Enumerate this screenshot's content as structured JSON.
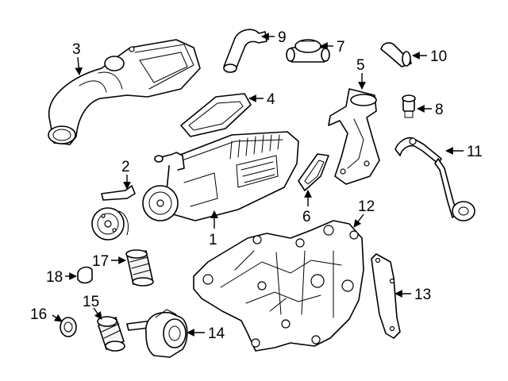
{
  "diagram": {
    "callouts": [
      {
        "id": "1",
        "text": "1"
      },
      {
        "id": "2",
        "text": "2"
      },
      {
        "id": "3",
        "text": "3"
      },
      {
        "id": "4",
        "text": "4"
      },
      {
        "id": "5",
        "text": "5"
      },
      {
        "id": "6",
        "text": "6"
      },
      {
        "id": "7",
        "text": "7"
      },
      {
        "id": "8",
        "text": "8"
      },
      {
        "id": "9",
        "text": "9"
      },
      {
        "id": "10",
        "text": "10"
      },
      {
        "id": "11",
        "text": "11"
      },
      {
        "id": "12",
        "text": "12"
      },
      {
        "id": "13",
        "text": "13"
      },
      {
        "id": "14",
        "text": "14"
      },
      {
        "id": "15",
        "text": "15"
      },
      {
        "id": "16",
        "text": "16"
      },
      {
        "id": "17",
        "text": "17"
      },
      {
        "id": "18",
        "text": "18"
      }
    ]
  }
}
